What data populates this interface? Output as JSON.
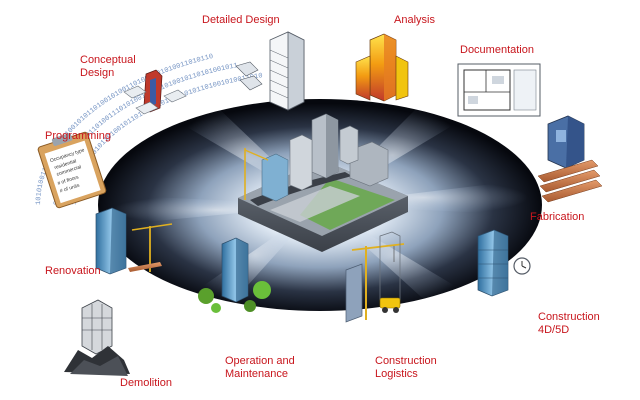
{
  "colors": {
    "label_text": "#c8161d",
    "background": "#ffffff",
    "hub_dark": "#0b0f1a",
    "hub_glow": "#dfe9f5",
    "binary_ring": "#5a7fb8",
    "platform_top": "#9aa3ad",
    "road": "#3a3f47",
    "grass": "#6aa84f"
  },
  "binary_strings": [
    "1010100111100101101001010110100101001101001101010011010110",
    "0101101001101010010110100111010100101101010010110101001011",
    "1101001010011010110100101101010010100110101101001010011010"
  ],
  "stages": [
    {
      "id": "detailed-design",
      "lines": [
        "Detailed Design"
      ],
      "icon": "tall-building-wireframe-icon"
    },
    {
      "id": "analysis",
      "lines": [
        "Analysis"
      ],
      "icon": "heatmap-building-icon"
    },
    {
      "id": "documentation",
      "lines": [
        "Documentation"
      ],
      "icon": "floor-plan-drawing-icon"
    },
    {
      "id": "fabrication",
      "lines": [
        "Fabrication"
      ],
      "icon": "factory-machine-icon"
    },
    {
      "id": "construction-4d5d",
      "lines": [
        "Construction",
        "4D/5D"
      ],
      "icon": "building-under-construction-icon"
    },
    {
      "id": "construction-logistics",
      "lines": [
        "Construction",
        "Logistics"
      ],
      "icon": "crane-site-icon"
    },
    {
      "id": "operation-maintenance",
      "lines": [
        "Operation and",
        "Maintenance"
      ],
      "icon": "green-building-icon"
    },
    {
      "id": "demolition",
      "lines": [
        "Demolition"
      ],
      "icon": "collapsed-building-icon"
    },
    {
      "id": "renovation",
      "lines": [
        "Renovation"
      ],
      "icon": "glass-tower-crane-icon"
    },
    {
      "id": "programming",
      "lines": [
        "Programming"
      ],
      "icon": "clipboard-icon"
    },
    {
      "id": "conceptual-design",
      "lines": [
        "Conceptual",
        "Design"
      ],
      "icon": "concept-model-icon"
    }
  ],
  "clipboard_text": [
    "Occupancy type",
    "residential",
    "commercial",
    "# of floors",
    "# of units"
  ]
}
